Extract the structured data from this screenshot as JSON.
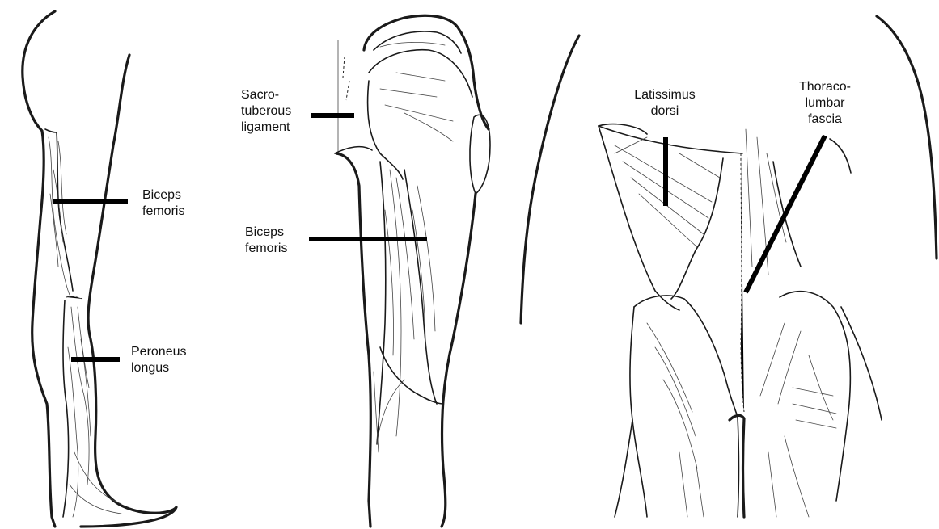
{
  "figures": [
    {
      "id": "leg",
      "labels": [
        {
          "id": "biceps-femoris-leg",
          "lines": [
            "Biceps",
            "femoris"
          ]
        },
        {
          "id": "peroneus-longus",
          "lines": [
            "Peroneus",
            "longus"
          ]
        }
      ]
    },
    {
      "id": "posterior-thigh",
      "labels": [
        {
          "id": "sacrotuberous-ligament",
          "lines": [
            "Sacro-",
            "tuberous",
            "ligament"
          ]
        },
        {
          "id": "biceps-femoris-thigh",
          "lines": [
            "Biceps",
            "femoris"
          ]
        }
      ]
    },
    {
      "id": "back",
      "labels": [
        {
          "id": "latissimus-dorsi",
          "lines": [
            "Latissimus",
            "dorsi"
          ]
        },
        {
          "id": "thoracolumbar-fascia",
          "lines": [
            "Thoraco-",
            "lumbar",
            "fascia"
          ]
        }
      ]
    }
  ]
}
